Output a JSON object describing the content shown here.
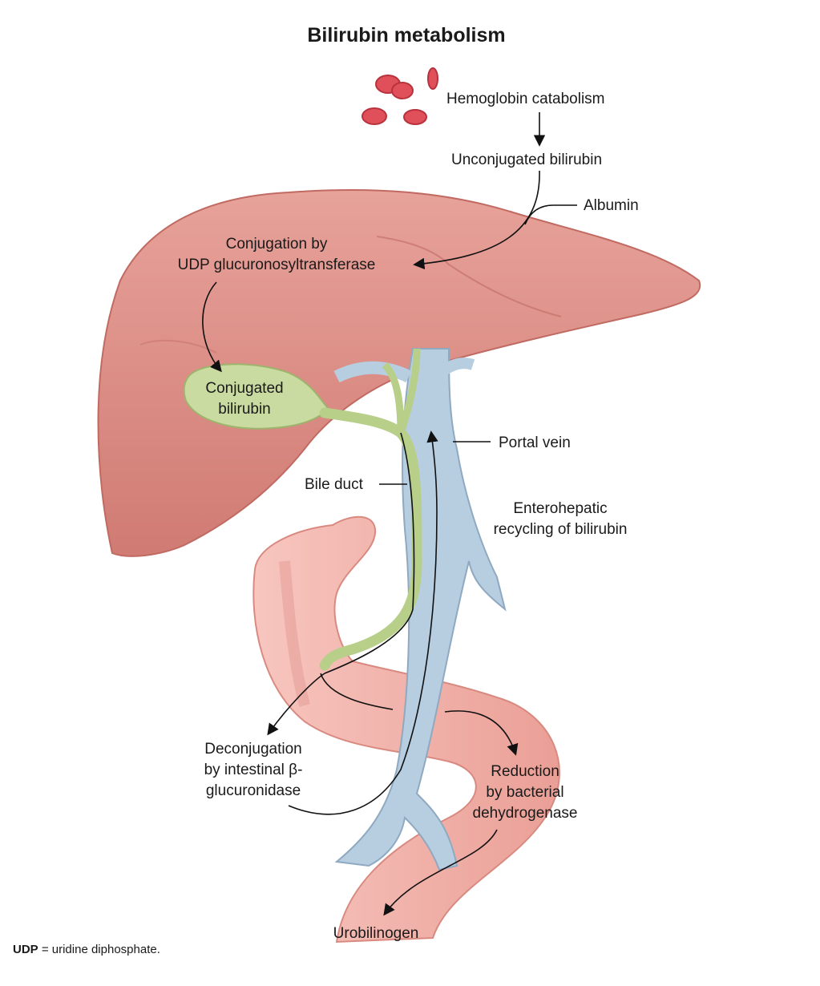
{
  "title": "Bilirubin metabolism",
  "labels": {
    "hemoglobin": "Hemoglobin catabolism",
    "unconjugated": "Unconjugated bilirubin",
    "albumin": "Albumin",
    "conjugation_line1": "Conjugation by",
    "conjugation_line2": "UDP glucuronosyltransferase",
    "conjugated_line1": "Conjugated",
    "conjugated_line2": "bilirubin",
    "portal_vein": "Portal vein",
    "bile_duct": "Bile duct",
    "enterohepatic_line1": "Enterohepatic",
    "enterohepatic_line2": "recycling of bilirubin",
    "deconj_line1": "Deconjugation",
    "deconj_line2": "by intestinal β-",
    "deconj_line3": "glucuronidase",
    "reduction_line1": "Reduction",
    "reduction_line2": "by bacterial",
    "reduction_line3": "dehydrogenase",
    "urobilinogen": "Urobilinogen"
  },
  "footnote": {
    "abbr": "UDP",
    "definition": " = uridine diphosphate."
  },
  "colors": {
    "liver": "#e0928a",
    "liver_dark": "#c97068",
    "gallbladder": "#c9dba0",
    "bile_duct": "#b8cf8a",
    "portal_vein": "#b7cde0",
    "intestine": "#f2b3aa",
    "rbc": "#e0505a"
  }
}
